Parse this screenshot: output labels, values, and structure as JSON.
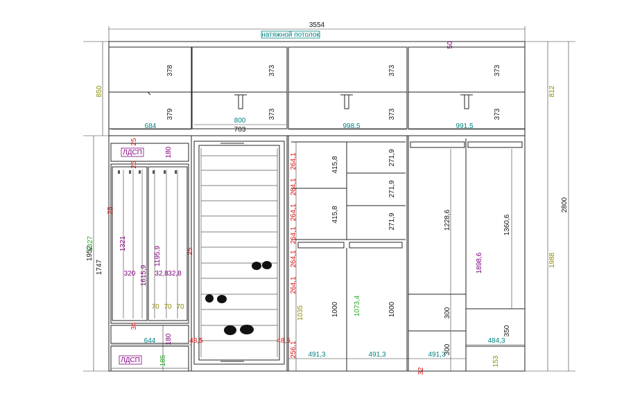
{
  "colors": {
    "black": "#111111",
    "teal": "#008080",
    "red": "#e01010",
    "green": "#22aa22",
    "purple": "#800080",
    "olive": "#8a8a00",
    "label_border": "#008080",
    "label2_border": "#800080"
  },
  "labels": {
    "ceiling": "натяжной потолок",
    "ldsp_top": "ЛДСП",
    "ldsp_bottom": "ЛДСП"
  },
  "dims": {
    "overall_width": "3554",
    "overall_height": "2800",
    "h_850": "850",
    "h_812": "812",
    "h_1952": "1952",
    "h_1988": "1988",
    "h_1747": "1747",
    "h_1327": "1327",
    "top_378": "378",
    "top_379": "379",
    "top_373_a": "373",
    "top_373_b": "373",
    "top_373_c": "373",
    "top_373_d": "373",
    "top_373_e": "373",
    "top_373_f": "373",
    "d50": "50",
    "w684": "684",
    "w800": "800",
    "w703": "703",
    "w998": "998,5",
    "w991": "991,5",
    "r25_a": "25",
    "r25_b": "25",
    "r25_c": "25",
    "r25_d": "25",
    "p180_a": "180",
    "p180_b": "180",
    "p1321": "1321",
    "p1615": "1615,9",
    "p1195": "1195,9",
    "p320": "320",
    "p32a": "32,8",
    "p32b": "32,8",
    "o70a": "70",
    "o70b": "70",
    "o70c": "70",
    "r34": "34",
    "w644": "644",
    "r48a": "48,5",
    "r48b": "48,5",
    "g185": "185",
    "s264_1": "264,1",
    "s264_2": "264,1",
    "s264_3": "264,1",
    "s264_4": "264,1",
    "s264_5": "264,1",
    "s264_6": "264,1",
    "s256": "256,1",
    "o1035": "1035",
    "g1073": "1073,4",
    "b1000a": "1000",
    "b1000b": "1000",
    "b415a": "415,8",
    "b415b": "415,8",
    "b271a": "271,9",
    "b271b": "271,9",
    "b271c": "271,9",
    "w491a": "491,3",
    "w491b": "491,3",
    "w491c": "491,3",
    "b1228": "1228,6",
    "b1360": "1360,6",
    "p1898": "1898,6",
    "b300a": "300",
    "b300b": "300",
    "b350": "350",
    "w484": "484,3",
    "o153": "153",
    "r32": "32"
  }
}
